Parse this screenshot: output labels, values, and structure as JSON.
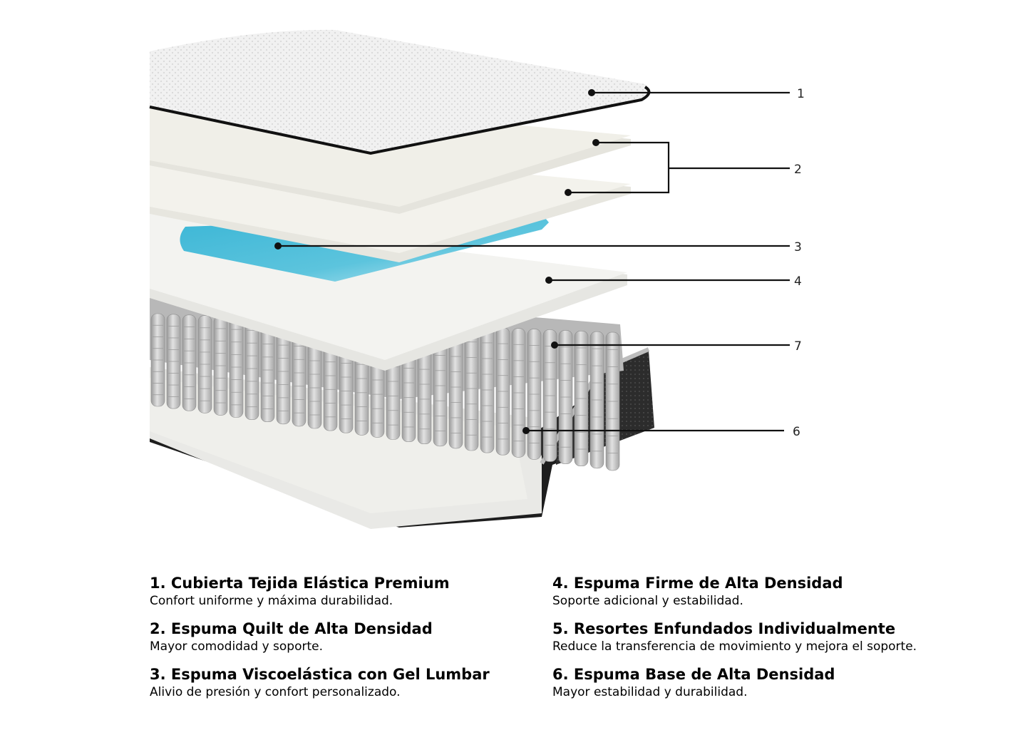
{
  "callouts": [
    "1",
    "2",
    "3",
    "4",
    "7",
    "6"
  ],
  "legend_left": [
    {
      "title": "1. Cubierta Tejida Elástica Premium",
      "desc": "Confort uniforme y máxima durabilidad."
    },
    {
      "title": "2. Espuma Quilt de Alta Densidad",
      "desc": "Mayor comodidad y soporte."
    },
    {
      "title": "3. Espuma Viscoelástica con Gel Lumbar",
      "desc": "Alivio de presión y confort personalizado."
    }
  ],
  "legend_right": [
    {
      "title": "4. Espuma Firme de Alta Densidad",
      "desc": "Soporte adicional y estabilidad."
    },
    {
      "title": "5. Resortes Enfundados Individualmente",
      "desc": "Reduce la transferencia de movimiento y mejora el soporte."
    },
    {
      "title": "6. Espuma Base de Alta Densidad",
      "desc": "Mayor estabilidad y durabilidad."
    }
  ],
  "colors": {
    "gel": "#2aa8c8",
    "spring": "#c9c9c9",
    "base_cover": "#2a2a2a"
  }
}
